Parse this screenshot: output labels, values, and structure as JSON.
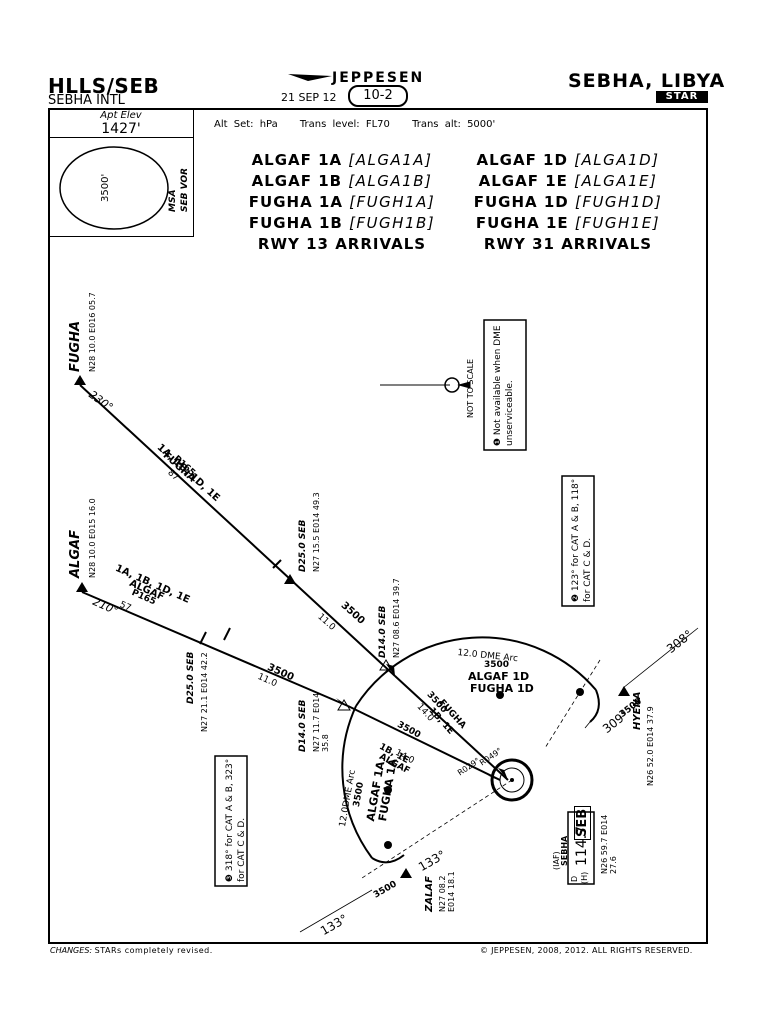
{
  "header": {
    "icao_iata": "HLLS/SEB",
    "airport_name": "SEBHA INTL",
    "date": "21 SEP 12",
    "chart_index": "10-2",
    "brand": "JEPPESEN",
    "city": "SEBHA, LIBYA",
    "chart_type": "STAR"
  },
  "info": {
    "apt_elev_label": "Apt Elev",
    "apt_elev_value": "1427'",
    "alt_set": "Alt Set: hPa",
    "trans_level": "Trans level: FL70",
    "trans_alt": "Trans alt: 5000'"
  },
  "msa": {
    "altitude": "3500'",
    "label": "MSA",
    "reference": "SEB VOR"
  },
  "procedures": {
    "left": [
      {
        "name": "ALGAF 1A",
        "code": "[ALGA1A]"
      },
      {
        "name": "ALGAF 1B",
        "code": "[ALGA1B]"
      },
      {
        "name": "FUGHA 1A",
        "code": "[FUGH1A]"
      },
      {
        "name": "FUGHA 1B",
        "code": "[FUGH1B]"
      }
    ],
    "left_runway": "RWY 13 ARRIVALS",
    "right": [
      {
        "name": "ALGAF 1D",
        "code": "[ALGA1D]"
      },
      {
        "name": "ALGAF 1E",
        "code": "[ALGA1E]"
      },
      {
        "name": "FUGHA 1D",
        "code": "[FUGH1D]"
      },
      {
        "name": "FUGHA 1E",
        "code": "[FUGH1E]"
      }
    ],
    "right_runway": "RWY 31 ARRIVALS"
  },
  "notes": {
    "dme_note": "Not available when DME unserviceable.",
    "not_to_scale": "NOT TO SCALE",
    "note2": "123° for CAT A & B, 118° for CAT C & D.",
    "note3": "318° for CAT A & B, 323° for CAT C & D."
  },
  "fixes": {
    "fugha": {
      "name": "FUGHA",
      "coords": "N28 10.0 E016 05.7",
      "course": "230°"
    },
    "algaf": {
      "name": "ALGAF",
      "coords": "N28 10.0 E015 16.0",
      "course": "210°"
    },
    "fugha_d25": {
      "name": "D25.0 SEB",
      "coords": "N27 15.5 E014 49.3"
    },
    "algaf_d25": {
      "name": "D25.0 SEB",
      "coords": "N27 21.1 E014 42.2"
    },
    "d14_east": {
      "name": "D14.0 SEB",
      "coords": "N27 08.6 E014 39.7"
    },
    "d14_west": {
      "name": "D14.0 SEB",
      "coords": "N27 11.7 E014 35.8"
    },
    "hyena": {
      "name": "HYENA",
      "coords": "N26 52.0 E014 37.9",
      "course": "308°",
      "turn": "309°"
    },
    "zalaf": {
      "name": "ZALAF",
      "coords": "N27 08.2 E014 18.1",
      "course": "133°",
      "turn": "133°"
    }
  },
  "legs": {
    "fugha_leg_procs": "1A, 1B, 1D, 1E",
    "fugha_leg_name": "FUGHA",
    "fugha_leg_course": "P165",
    "fugha_leg_dist": "87",
    "fugha_seg_alt": "3500",
    "fugha_seg_dist": "11.0",
    "algaf_leg_procs": "1A, 1B, 1D, 1E",
    "algaf_leg_name": "ALGAF",
    "algaf_leg_course": "P165",
    "algaf_leg_dist": "57",
    "algaf_seg_alt": "3500",
    "algaf_seg_dist": "11.0",
    "east_alt": "3500",
    "east_dist": "14.0",
    "east_procs": "1B, 1E",
    "east_name": "FUGHA",
    "west_alt": "3500",
    "west_dist": "14.0",
    "west_procs": "1B, 1E",
    "west_name": "ALGAF",
    "arc_east": "12.0 DME Arc",
    "arc_east_alt": "3500",
    "arc_east_proc1": "ALGAF 1D",
    "arc_east_proc2": "FUGHA 1D",
    "arc_west": "12.0DME Arc",
    "arc_west_alt": "3500",
    "arc_west_proc1": "ALGAF 1A",
    "arc_west_proc2": "FUGHA 1A",
    "radial_r049": "R049°",
    "radial_r029": "R029°",
    "hold_alt_east": "3500",
    "hold_alt_west": "3500"
  },
  "navaid": {
    "role": "(IAF)",
    "name": "SEBHA",
    "prefix": "D",
    "h_label": "(H)",
    "frequency": "114.7",
    "ident": "SEB",
    "coords": "N26 59.7 E014 27.6"
  },
  "footer": {
    "changes_label": "CHANGES:",
    "changes_text": "STARs completely revised.",
    "copyright": "© JEPPESEN, 2008, 2012. ALL RIGHTS RESERVED."
  }
}
